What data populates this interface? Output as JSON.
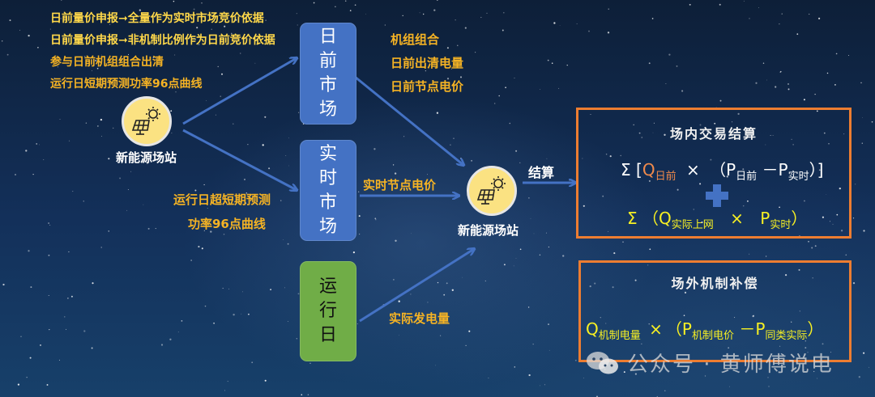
{
  "colors": {
    "background": "#13305a",
    "market_box_blue": "#4472c4",
    "operation_box_green": "#70ad47",
    "arrow": "#4472c4",
    "station_circle": "#fbe282",
    "panel_border": "#ed7d31",
    "yellow_text": "#ffd84a",
    "orange_text": "#f5b324",
    "q_dayahead_accent": "#f08a4b",
    "plus_sign": "#4472c4"
  },
  "left_notes": [
    "日前量价申报➞全量作为实时市场竞价依据",
    "日前量价申报➞非机制比例作为日前竞价依据",
    "参与日前机组组合出清",
    "运行日短期预测功率96点曲线"
  ],
  "source_station": {
    "icon": "solar-panel-sun-icon",
    "label": "新能源场站"
  },
  "ultra_short_note": [
    "运行日超短期预测",
    "功率96点曲线"
  ],
  "markets": {
    "day_ahead": {
      "label": "日前市场",
      "chars": [
        "日",
        "前",
        "市",
        "场"
      ]
    },
    "real_time": {
      "label": "实时市场",
      "chars": [
        "实",
        "时",
        "市",
        "场"
      ]
    },
    "operation_day": {
      "label": "运行日",
      "chars": [
        "运",
        "行",
        "日"
      ]
    }
  },
  "day_ahead_outputs": [
    "机组组合",
    "日前出清电量",
    "日前节点电价"
  ],
  "real_time_output": "实时节点电价",
  "operation_output": "实际发电量",
  "target_station": {
    "icon": "solar-panel-sun-icon",
    "label": "新能源场站"
  },
  "settlement_label": "结算",
  "panel_inside": {
    "title": "场内交易结算",
    "formula1": {
      "sigma": "Σ",
      "open_bracket": "[",
      "q": "Q",
      "q_sub": "日前",
      "times": "×",
      "open_paren": "（",
      "p1": "P",
      "p1_sub": "日前",
      "minus": "－",
      "p2": "P",
      "p2_sub": "实时",
      "close": "）]"
    },
    "plus": "+",
    "formula2": {
      "sigma": "Σ",
      "open_paren": "（",
      "q": "Q",
      "q_sub": "实际上网",
      "times": "×",
      "p": "P",
      "p_sub": "实时",
      "close_paren": "）"
    }
  },
  "panel_outside": {
    "title": "场外机制补偿",
    "formula": {
      "q": "Q",
      "q_sub": "机制电量",
      "times": "×",
      "open_paren": "（",
      "p1": "P",
      "p1_sub": "机制电价",
      "minus": "－",
      "p2": "P",
      "p2_sub": "同类实际",
      "close_paren": "）"
    }
  },
  "watermark": {
    "icon": "wechat-icon",
    "text": "公众号 · 黄师傅说电"
  }
}
